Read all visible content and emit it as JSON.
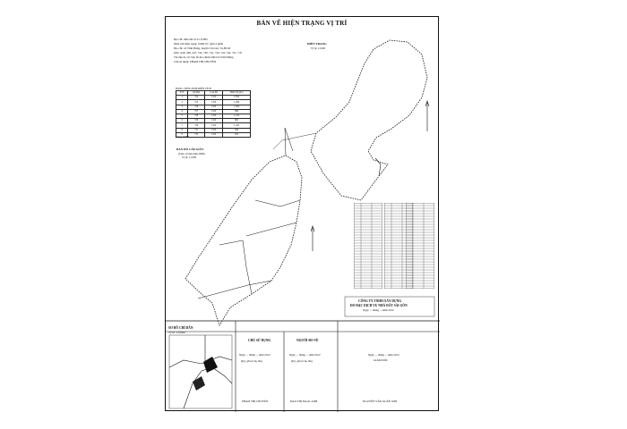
{
  "sheet": {
    "title": "BẢN VẼ HIỆN TRẠNG VỊ TRÍ",
    "info_lines": [
      "Địa chỉ: thửa đất số 01 tờ BĐ",
      "Diện tích hiện trạng: 9.869 m², gồm 2 phần",
      "Địa chỉ: xã Vĩnh Hưng, huyện Cần Giờ, Tp.HCM",
      "Mốc ranh: 448, 447, 742, 740, 741, 744, 743, 742, 741, 747",
      "Tài liệu đo vẽ: bản đồ địa chính 2004 xã Vĩnh Hưng",
      "Chủ sử dụng: PHẠM THỊ CHUYỀN"
    ],
    "hien_trang_label": "HIỆN TRẠNG",
    "hien_trang_scale": "Tỷ lệ: 1/1000",
    "cap_giay_label": "BẢN ĐỒ CẤP GIẤY",
    "cap_giay_sub": "(Theo số liệu năm 2008)",
    "cap_giay_scale": "Tỷ lệ: 1/1000",
    "table_title": "BẢNG TỔNG HỢP DIỆN TÍCH",
    "table_headers": [
      "STT",
      "Số thửa",
      "Loại đất",
      "Diện tích (m²)"
    ],
    "table_rows": [
      [
        "1",
        "724",
        "CLN",
        "2.058"
      ],
      [
        "2",
        "725",
        "CLN",
        "1.286"
      ],
      [
        "3",
        "726",
        "CLN",
        "1.050"
      ],
      [
        "4",
        "727",
        "CLN",
        "980"
      ],
      [
        "5",
        "728",
        "CLN",
        "1.120"
      ],
      [
        "6",
        "729",
        "CLN",
        "865"
      ],
      [
        "7",
        "730",
        "CLN",
        "1.245"
      ],
      [
        "8",
        "731",
        "CLN",
        "640"
      ],
      [
        "9",
        "732",
        "CLN",
        "625"
      ]
    ],
    "table_total": "Cộng: 9.869",
    "company_line1": "CÔNG TY TNHH XÂY DỰNG",
    "company_line2": "ĐO ĐẠC DỊCH VỤ NHÀ ĐẤT SÀI GÒN",
    "company_line3": "Ngày ... tháng ... năm 2012",
    "nguoi_ve_title": "NGƯỜI ĐO VẼ",
    "chu_su_dung_title": "CHỦ SỬ DỤNG",
    "so_do_title": "SƠ ĐỒ CHỈ DẪN",
    "so_do_scale": "Tỷ lệ: 1/10000",
    "date_line": "Ngày ... tháng ... năm 2012",
    "sign_note": "(Ký, ghi rõ họ tên)",
    "giam_doc": "GIÁM ĐỐC",
    "name_chu": "PHẠM THỊ CHUYỀN",
    "name_nguoi_ve": "ĐÀO THỊ NGỌC ANH",
    "name_giam_doc": "NGUYỄN VĂN XUÂN SƠN"
  }
}
